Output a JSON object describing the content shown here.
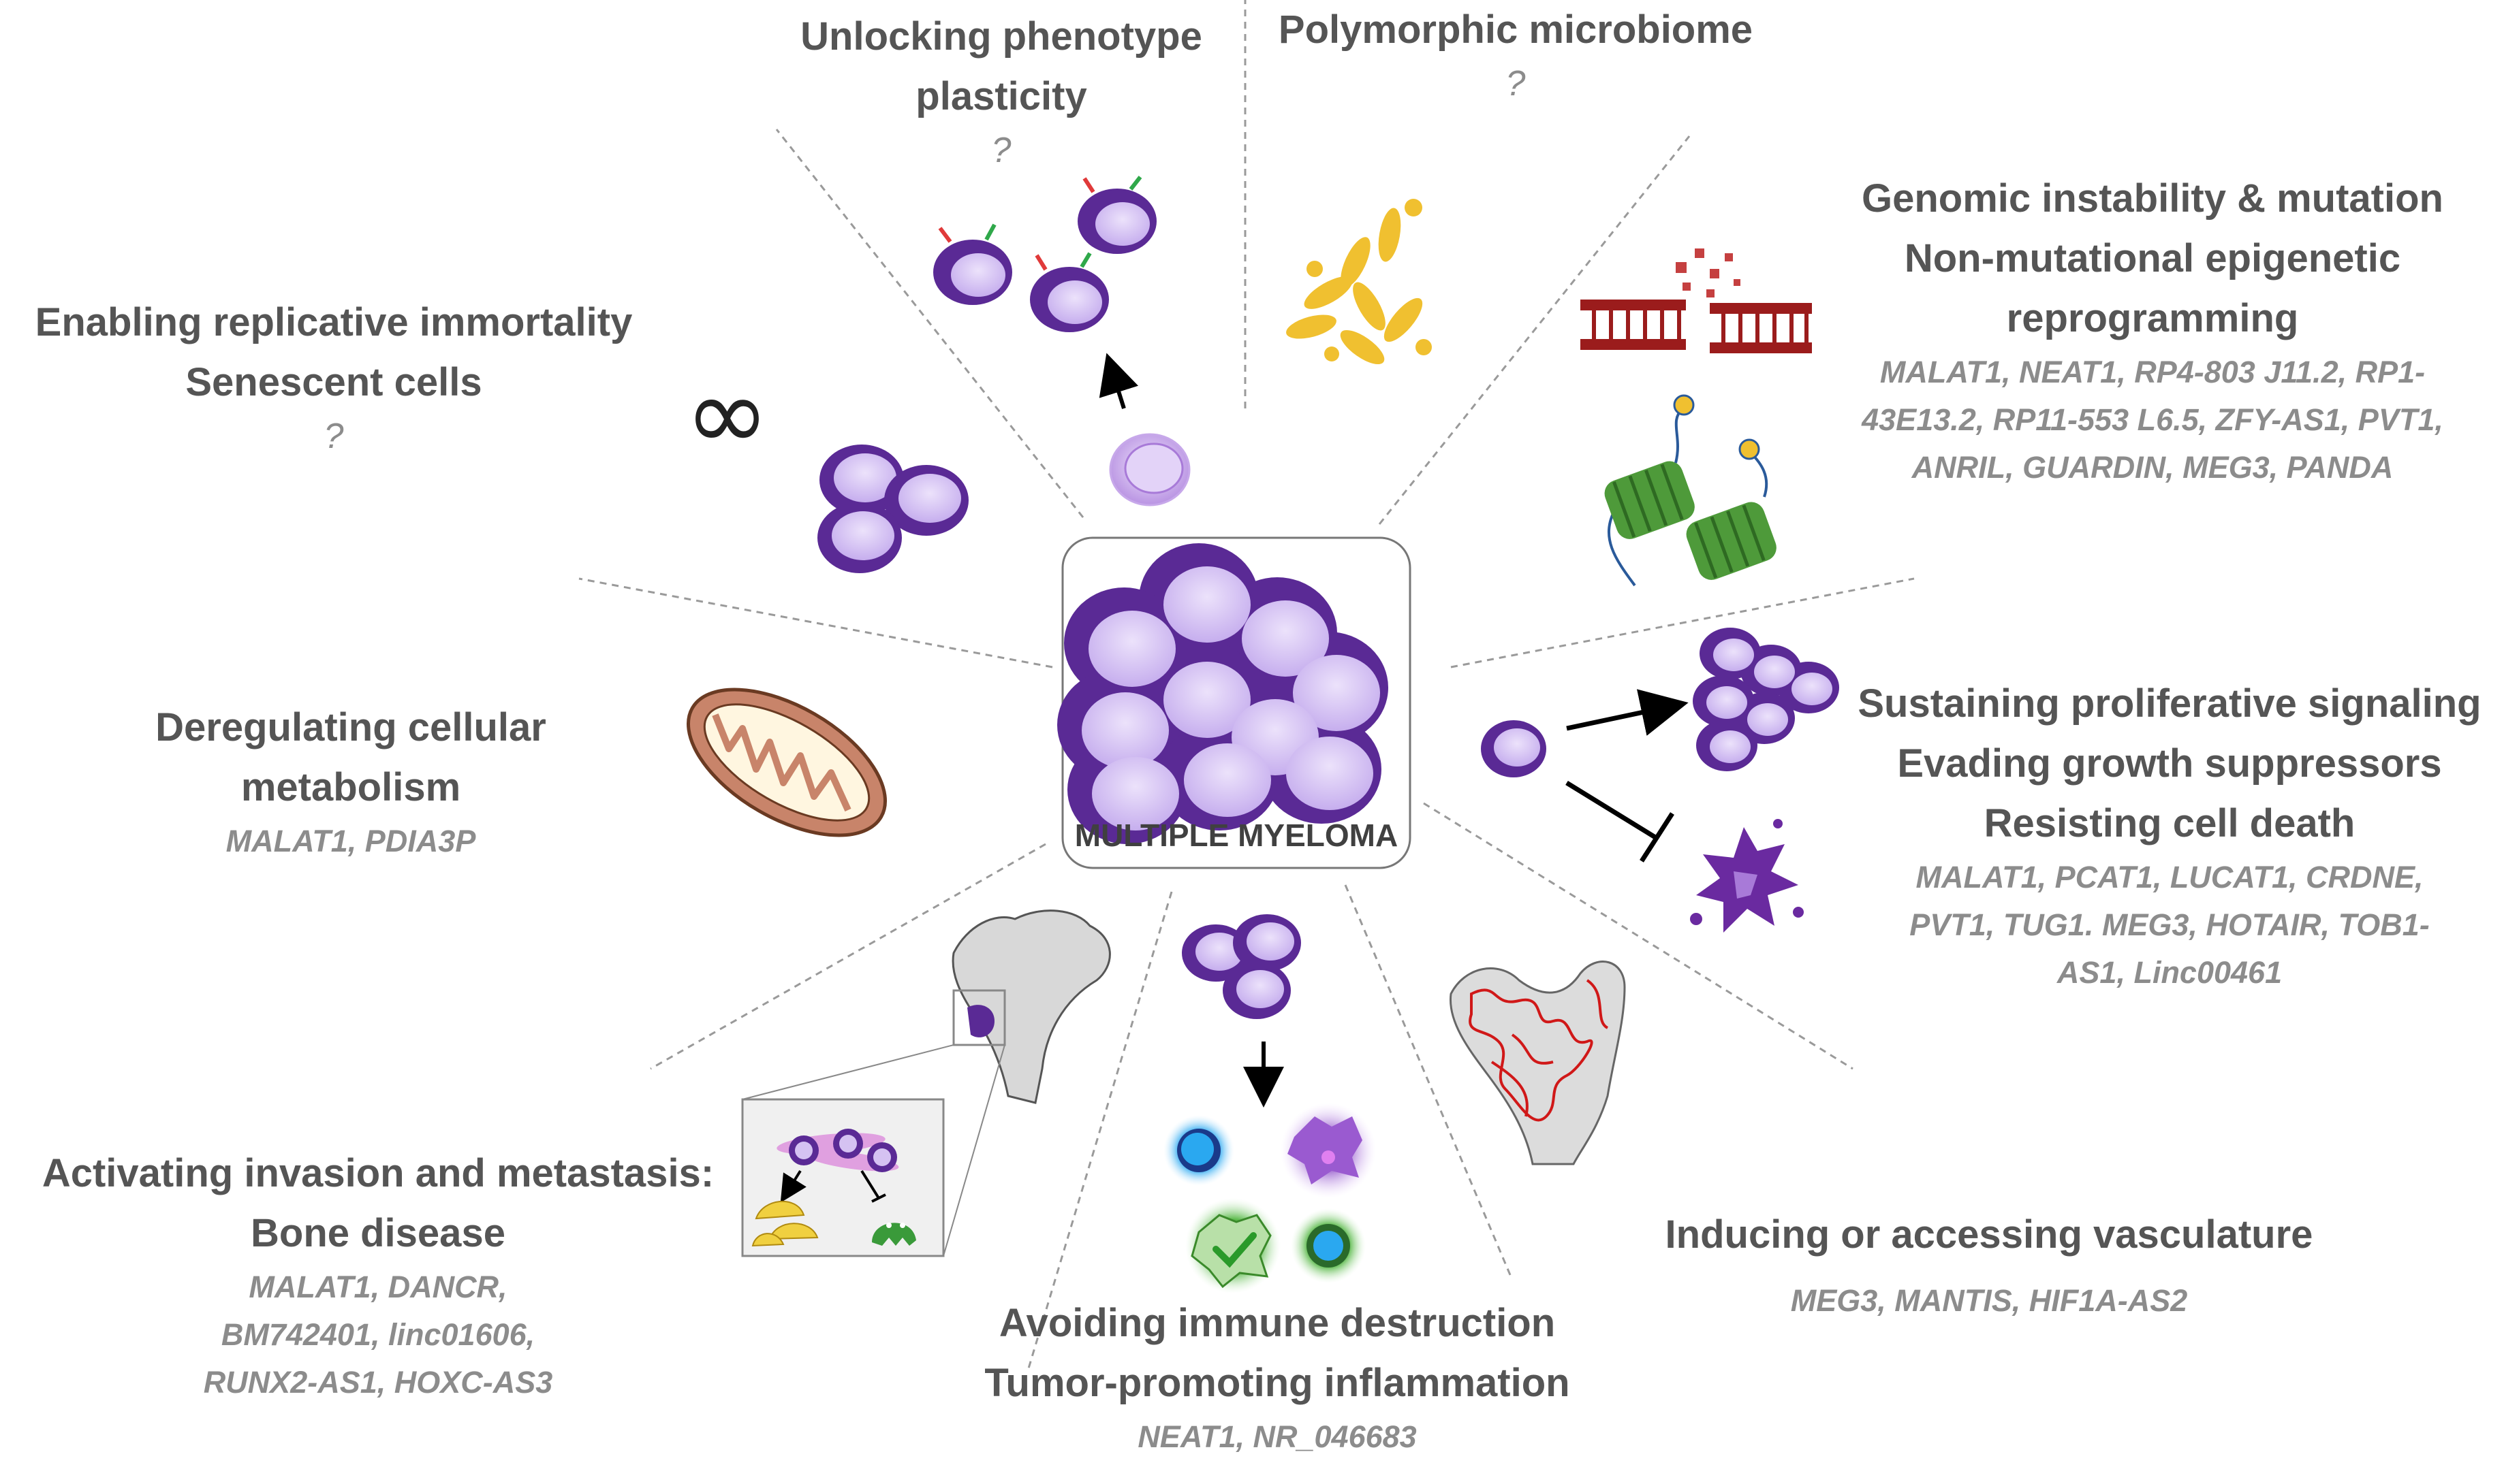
{
  "center": {
    "label": "MULTIPLE MYELOMA"
  },
  "hallmarks": [
    {
      "id": "phenotype",
      "titles": [
        "Unlocking phenotype",
        "plasticity"
      ],
      "genes": [],
      "note": "?"
    },
    {
      "id": "microbiome",
      "titles": [
        "Polymorphic microbiome"
      ],
      "genes": [],
      "note": "?"
    },
    {
      "id": "genomic",
      "titles": [
        "Genomic instability & mutation",
        "Non-mutational epigenetic",
        "reprogramming"
      ],
      "genes": [
        "MALAT1, NEAT1, RP4-803 J11.2, RP1-",
        "43E13.2, RP11-553 L6.5, ZFY-AS1, PVT1,",
        "ANRIL, GUARDIN, MEG3, PANDA"
      ],
      "note": ""
    },
    {
      "id": "immortality",
      "titles": [
        "Enabling replicative immortality",
        "Senescent cells"
      ],
      "genes": [],
      "note": "?"
    },
    {
      "id": "metabolism",
      "titles": [
        "Deregulating cellular",
        "metabolism"
      ],
      "genes": [
        "MALAT1, PDIA3P"
      ],
      "note": ""
    },
    {
      "id": "proliferation",
      "titles": [
        "Sustaining proliferative signaling",
        "Evading growth suppressors",
        "Resisting cell death"
      ],
      "genes": [
        "MALAT1, PCAT1, LUCAT1, CRDNE,",
        "PVT1, TUG1. MEG3, HOTAIR, TOB1-",
        "AS1, Linc00461"
      ],
      "note": ""
    },
    {
      "id": "invasion",
      "titles": [
        "Activating invasion and metastasis:",
        "Bone disease"
      ],
      "genes": [
        "MALAT1, DANCR,",
        "BM742401, linc01606,",
        "RUNX2-AS1, HOXC-AS3"
      ],
      "note": ""
    },
    {
      "id": "immune",
      "titles": [
        "Avoiding immune destruction",
        "Tumor-promoting inflammation"
      ],
      "genes": [
        "NEAT1, NR_046683"
      ],
      "note": ""
    },
    {
      "id": "vasculature",
      "titles": [
        "Inducing or accessing vasculature"
      ],
      "genes": [
        "MEG3, MANTIS, HIF1A-AS2"
      ],
      "note": ""
    }
  ],
  "icons": [
    "infinity-icon",
    "mitochondrion-icon",
    "bacteria-icon",
    "dna-ladder-icon",
    "nucleosome-icon",
    "myeloma-cluster-icon",
    "femur-bone-icon",
    "osteoclast-icon",
    "immune-cell-icon",
    "blood-vessel-bone-icon"
  ],
  "colors": {
    "title": "#555555",
    "genes": "#8c8c8c",
    "myeloma_outer": "#5a2a95",
    "myeloma_inner": "#d5c2f2",
    "divider": "#999999",
    "dna": "#9b1c1c",
    "histone": "#4e9a3a",
    "bacteria": "#f0c030",
    "mitochondrion": "#c8846a",
    "vessel": "#d01818",
    "osteoclast": "#3a9a3a",
    "osteoblast": "#f0d040"
  }
}
